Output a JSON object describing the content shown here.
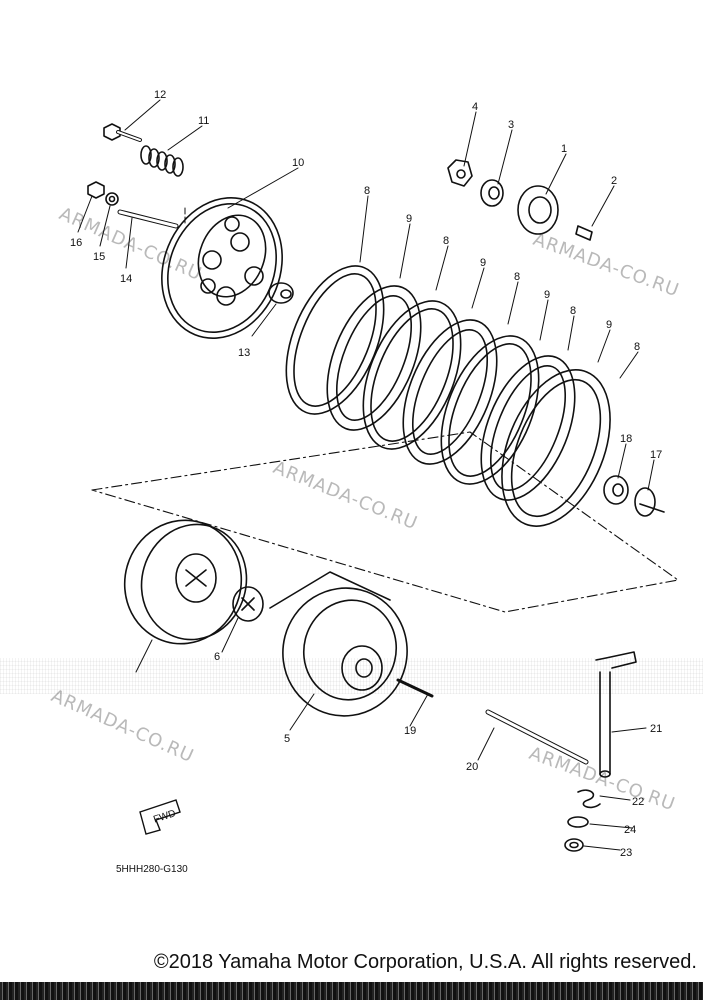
{
  "watermarks": [
    "ARMADA-CO.RU",
    "ARMADA-CO.RU",
    "ARMADA-CO.RU",
    "ARMADA-CO.RU",
    "ARMADA-CO.RU"
  ],
  "diagram_code": "5HHH280-G130",
  "fwd_label": "FWD",
  "copyright": "©2018 Yamaha Motor Corporation, U.S.A. All rights reserved.",
  "callouts": [
    "1",
    "2",
    "3",
    "4",
    "5",
    "6",
    "8",
    "9",
    "8",
    "9",
    "8",
    "9",
    "8",
    "9",
    "8",
    "10",
    "11",
    "12",
    "13",
    "14",
    "15",
    "16",
    "17",
    "18",
    "19",
    "20",
    "21",
    "22",
    "23",
    "24"
  ]
}
